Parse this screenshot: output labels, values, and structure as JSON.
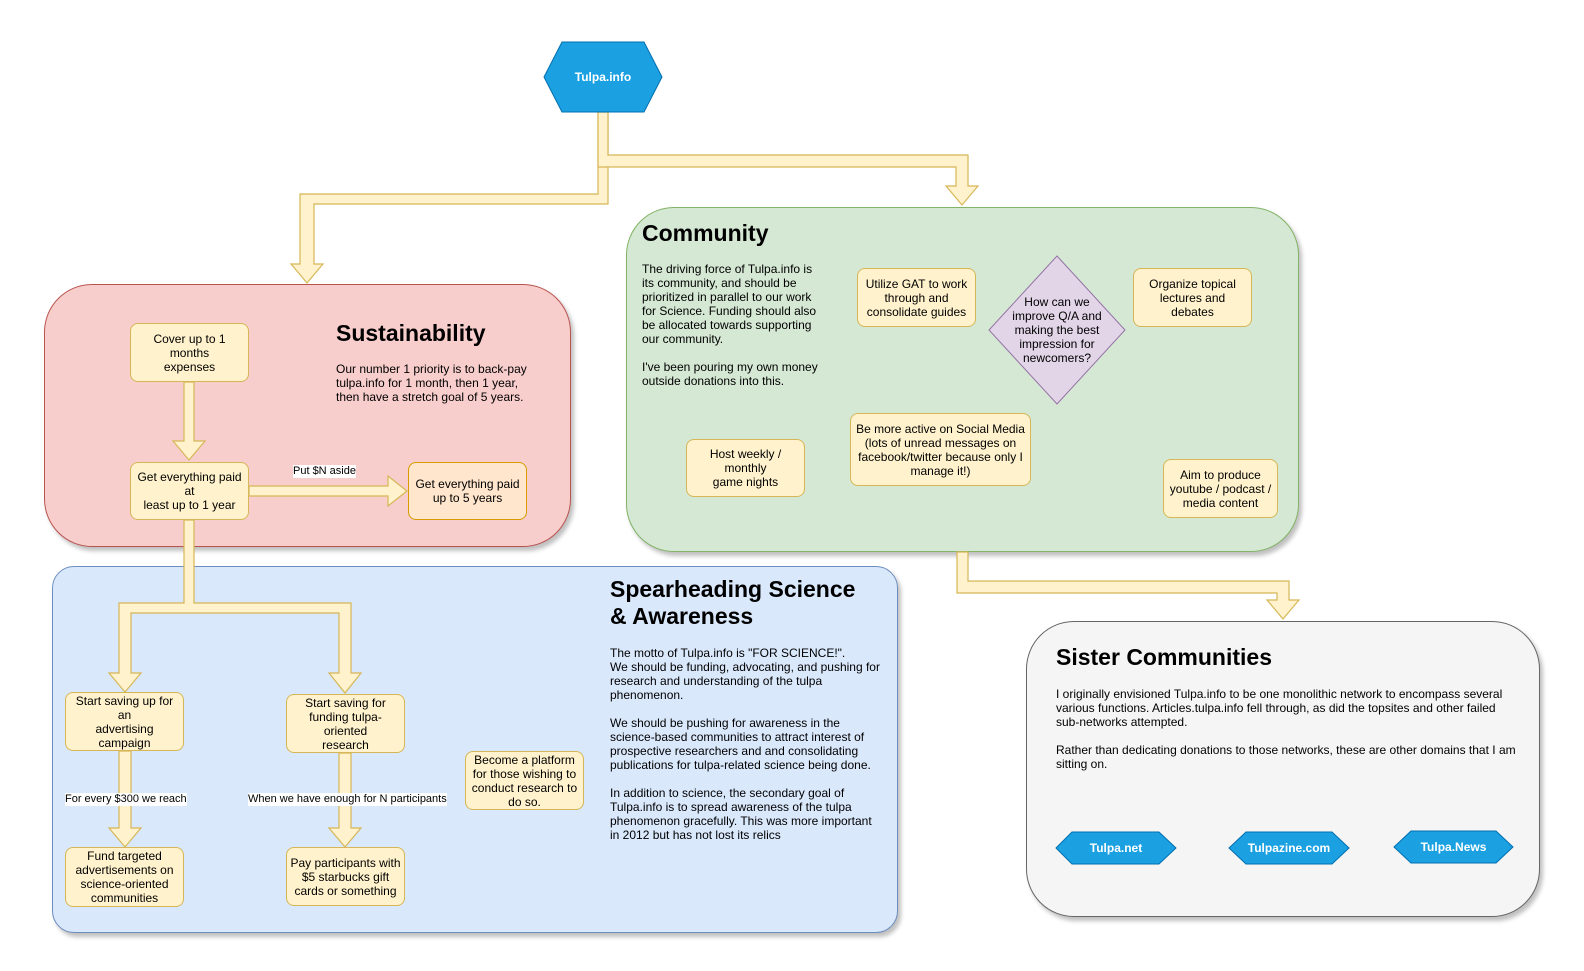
{
  "root": {
    "label": "Tulpa.info"
  },
  "sustainability": {
    "title": "Sustainability",
    "description": "Our number 1 priority is to back-pay\ntulpa.info for 1 month, then 1 year,\nthen have a stretch goal of 5 years.",
    "nodes": {
      "one_month": "Cover up to 1 months\nexpenses",
      "one_year": "Get everything paid at\nleast up to 1 year",
      "five_years": "Get everything paid\nup to 5 years"
    },
    "edge_label": "Put $N aside"
  },
  "community": {
    "title": "Community",
    "description": "The driving force of Tulpa.info is\nits community, and should be\nprioritized in parallel to our work\nfor Science.  Funding should also\nbe allocated towards supporting\nour community.\n\nI've been pouring my own money\noutside donations into this.",
    "nodes": {
      "gat": "Utilize GAT to work\nthrough and\nconsolidate guides",
      "qa": "How can we\nimprove Q/A and\nmaking the best\nimpression for\nnewcomers?",
      "lectures": "Organize topical\nlectures and\ndebates",
      "game_nights": "Host weekly /\nmonthly\ngame nights",
      "social": "Be more active on Social Media\n(lots of unread messages on\nfacebook/twitter because only I\nmanage it!)",
      "media": "Aim to produce\nyoutube / podcast /\nmedia content"
    }
  },
  "science": {
    "title": "Spearheading Science\n& Awareness",
    "description": "The motto of Tulpa.info is \"FOR SCIENCE!\".\nWe should be funding, advocating, and pushing for\nresearch and understanding of the tulpa\nphenomenon.\n\nWe should be pushing for awareness in the\nscience-based communities to attract interest of\nprospective researchers and and consolidating\npublications for tulpa-related science being done.\n\nIn addition to science, the secondary goal of\nTulpa.info is to spread awareness of the tulpa\nphenomenon gracefully.  This was more important\nin 2012 but has not lost its relics",
    "nodes": {
      "ad_campaign": "Start saving up for an\nadvertising campaign",
      "research_fund": "Start saving for\nfunding tulpa-oriented\nresearch",
      "platform": "Become a platform\nfor those wishing to\nconduct research to\ndo so.",
      "targeted_ads": "Fund targeted\nadvertisements on\nscience-oriented\ncommunities",
      "pay_participants": "Pay participants with\n$5 starbucks gift\ncards or something"
    },
    "edge_labels": {
      "every_300": "For every $300 we reach",
      "n_participants": "When we have enough for N participants"
    }
  },
  "sister": {
    "title": "Sister Communities",
    "description": "I originally envisioned Tulpa.info to be one monolithic network to encompass several\nvarious functions.  Articles.tulpa.info fell through, as did the topsites and other failed\nsub-networks attempted.\n\nRather than dedicating donations to those networks, these are other domains that I am\nsitting on.",
    "domains": [
      "Tulpa.net",
      "Tulpazine.com",
      "Tulpa.News"
    ]
  },
  "colors": {
    "node_fill": "#fff2cc",
    "node_stroke": "#d6b656",
    "hexagon_fill": "#1ba1e2",
    "diamond_fill": "#e1d5e7"
  }
}
